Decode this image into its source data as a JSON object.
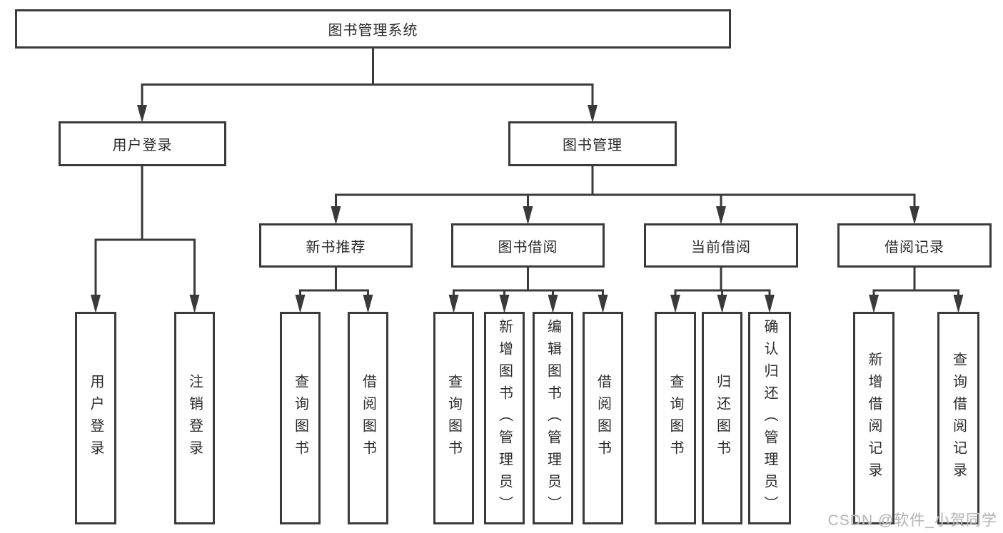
{
  "diagram": {
    "type": "hierarchy-tree",
    "colors": {
      "line": "#3a3a3a",
      "box_border": "#3a3a3a",
      "text": "#2b2b2b",
      "background": "#ffffff",
      "watermark": "#b9b9b9"
    }
  },
  "nodes": {
    "root": {
      "label": "图书管理系统"
    },
    "level1": [
      {
        "label": "用户登录",
        "parent": "图书管理系统"
      },
      {
        "label": "图书管理",
        "parent": "图书管理系统"
      }
    ],
    "level2": [
      {
        "label": "新书推荐",
        "parent": "图书管理"
      },
      {
        "label": "图书借阅",
        "parent": "图书管理"
      },
      {
        "label": "当前借阅",
        "parent": "图书管理"
      },
      {
        "label": "借阅记录",
        "parent": "图书管理"
      }
    ],
    "leaves": [
      {
        "label": "用户登录",
        "parent": "用户登录"
      },
      {
        "label": "注销登录",
        "parent": "用户登录"
      },
      {
        "label": "查询图书",
        "parent": "新书推荐"
      },
      {
        "label": "借阅图书",
        "parent": "新书推荐"
      },
      {
        "label": "查询图书",
        "parent": "图书借阅"
      },
      {
        "label": "新增图书（管理员）",
        "parent": "图书借阅"
      },
      {
        "label": "编辑图书（管理员）",
        "parent": "图书借阅"
      },
      {
        "label": "借阅图书",
        "parent": "图书借阅"
      },
      {
        "label": "查询图书",
        "parent": "当前借阅"
      },
      {
        "label": "归还图书",
        "parent": "当前借阅"
      },
      {
        "label": "确认归还（管理员）",
        "parent": "当前借阅"
      },
      {
        "label": "新增借阅记录",
        "parent": "借阅记录"
      },
      {
        "label": "查询借阅记录",
        "parent": "借阅记录"
      }
    ]
  },
  "watermark": {
    "text": "CSDN @软件_小贺同学"
  }
}
